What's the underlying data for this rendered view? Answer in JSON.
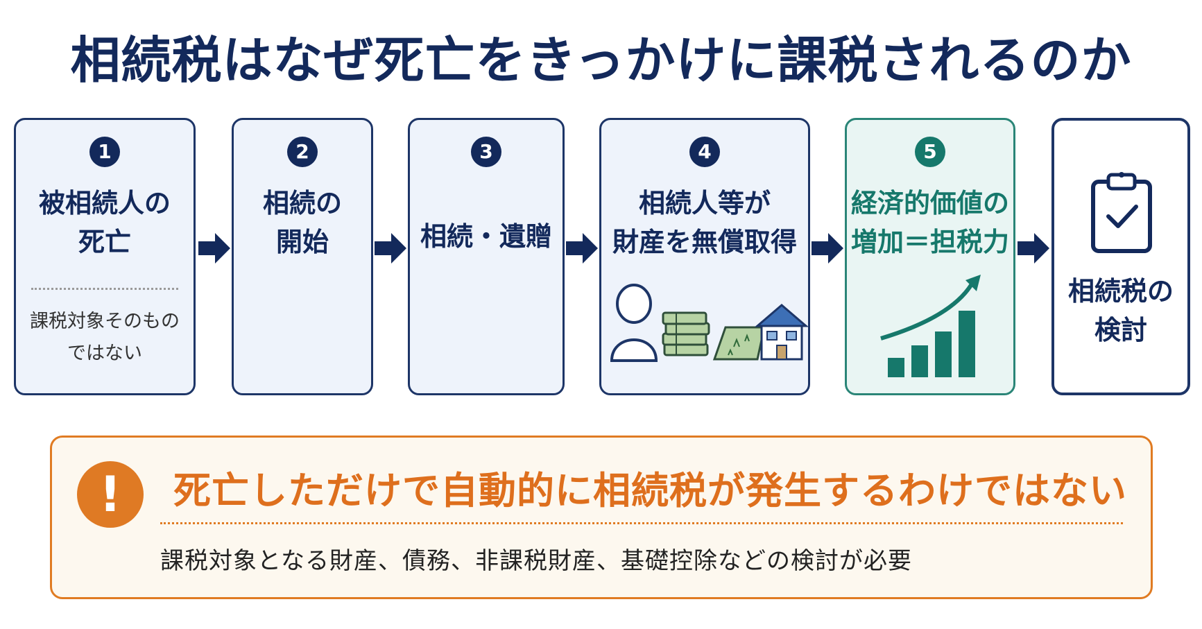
{
  "title": "相続税はなぜ死亡をきっかけに課税されるのか",
  "steps": [
    {
      "num": "1",
      "label_line1": "被相続人の",
      "label_line2": "死亡",
      "note_line1": "課税対象そのもの",
      "note_line2": "ではない"
    },
    {
      "num": "2",
      "label_line1": "相続の",
      "label_line2": "開始"
    },
    {
      "num": "3",
      "label_line1": "相続・遺贈"
    },
    {
      "num": "4",
      "label_line1": "相続人等が",
      "label_line2": "財産を無償取得"
    },
    {
      "num": "5",
      "label_line1": "経済的価値の",
      "label_line2": "増加＝担税力"
    }
  ],
  "final_step": {
    "label_line1": "相続税の",
    "label_line2": "検討"
  },
  "callout": {
    "title": "死亡しただけで自動的に相続税が発生するわけではない",
    "body": "課税対象となる財産、債務、非課税財産、基礎控除などの検討が必要"
  },
  "icons": {
    "step4": [
      "person-icon",
      "money-stack-icon",
      "land-icon",
      "house-icon"
    ],
    "step5": "growth-chart-icon",
    "final": "clipboard-check-icon"
  },
  "colors": {
    "navy": "#13295b",
    "teal": "#16786b",
    "orange": "#df7a24"
  }
}
